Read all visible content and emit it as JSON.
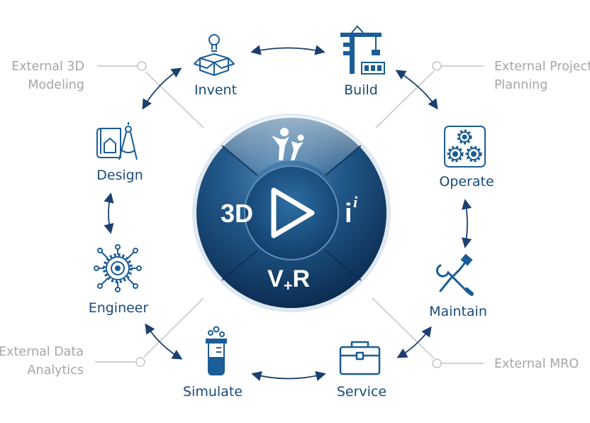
{
  "colors": {
    "icon": "#1b5d96",
    "label": "#1a4a7a",
    "arrow": "#1b3f6e",
    "external": "#a6a6a6",
    "connector": "#c4c4c4",
    "sphere_dark": "#0e3358",
    "sphere_mid": "#2a628f",
    "sphere_light": "#5b90ba"
  },
  "center": {
    "top_symbol": "compass-figure-icon",
    "left_label": "3D",
    "right_label": "i",
    "right_super": "i",
    "bottom_label": "V+R",
    "bottom_v": "V",
    "bottom_plus": "+",
    "bottom_r": "R",
    "middle_symbol": "play-icon"
  },
  "nodes": [
    {
      "id": "invent",
      "label": "Invent",
      "icon": "idea-box-icon"
    },
    {
      "id": "build",
      "label": "Build",
      "icon": "crane-icon"
    },
    {
      "id": "operate",
      "label": "Operate",
      "icon": "gears-icon"
    },
    {
      "id": "maintain",
      "label": "Maintain",
      "icon": "wrench-screwdriver-icon"
    },
    {
      "id": "service",
      "label": "Service",
      "icon": "briefcase-icon"
    },
    {
      "id": "simulate",
      "label": "Simulate",
      "icon": "beaker-icon"
    },
    {
      "id": "engineer",
      "label": "Engineer",
      "icon": "network-gear-icon"
    },
    {
      "id": "design",
      "label": "Design",
      "icon": "drafting-compass-icon"
    }
  ],
  "externals": {
    "modeling": {
      "line1": "External 3D",
      "line2": "Modeling"
    },
    "project": {
      "line1": "External Project",
      "line2": "Planning"
    },
    "analytics": {
      "line1": "External Data",
      "line2": "Analytics"
    },
    "mro": {
      "line1": "External MRO",
      "line2": ""
    }
  }
}
